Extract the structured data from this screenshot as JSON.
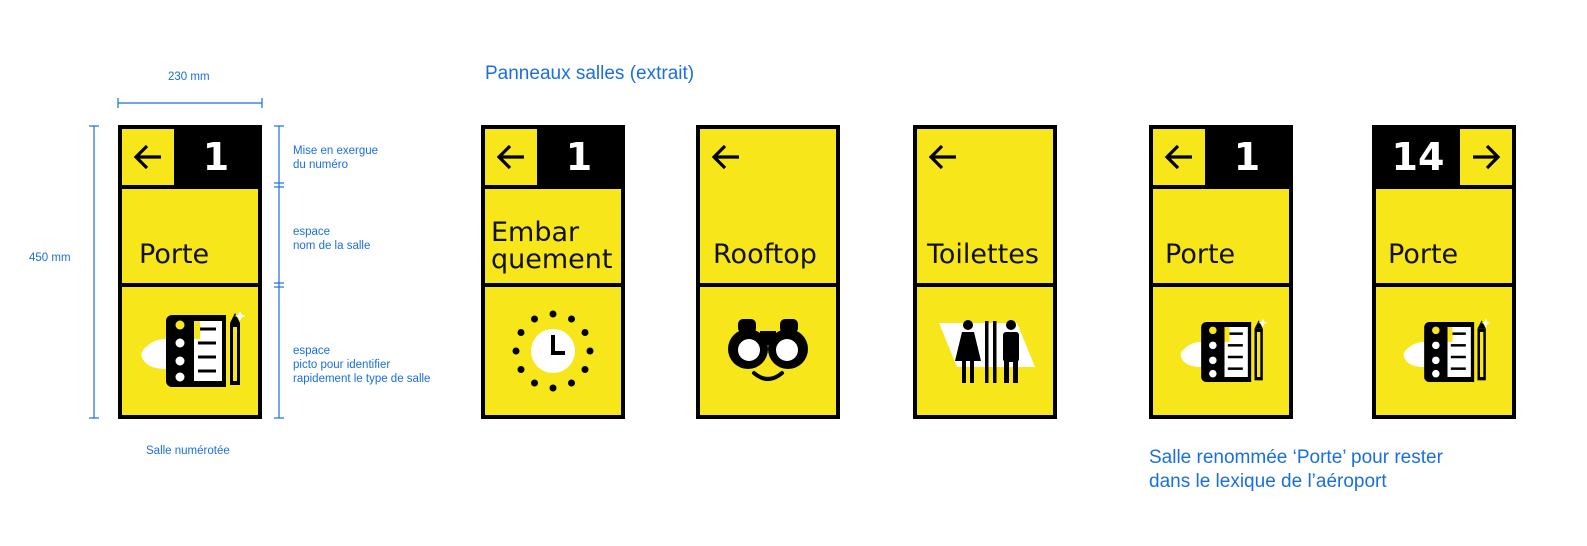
{
  "title": "Panneaux salles (extrait)",
  "dimensions": {
    "width": "230 mm",
    "height": "450 mm"
  },
  "annotations": {
    "number": "Mise en exergue\ndu numéro",
    "name": "espace\nnom de la salle",
    "picto": "espace\npicto pour identifier\nrapidement le type de salle"
  },
  "caption_left": "Salle numérotée",
  "caption_right": "Salle renommée ‘Porte’ pour rester\ndans le lexique de l’aéroport",
  "colors": {
    "sign": "#f7e619",
    "ink": "#000000",
    "annotation": "#1a6fe0"
  },
  "signs": [
    {
      "arrow": "left-arrow-icon",
      "number": "1",
      "name": "Porte",
      "picto": "notepad-icon"
    },
    {
      "arrow": "left-arrow-icon",
      "number": "1",
      "name": "Embar\nquement",
      "picto": "clock-icon"
    },
    {
      "arrow": "left-arrow-icon",
      "number": "",
      "name": "Rooftop",
      "picto": "binoculars-icon"
    },
    {
      "arrow": "left-arrow-icon",
      "number": "",
      "name": "Toilettes",
      "picto": "toilets-icon"
    },
    {
      "arrow": "left-arrow-icon",
      "number": "1",
      "name": "Porte",
      "picto": "notepad-icon"
    },
    {
      "arrow": "right-arrow-icon",
      "number": "14",
      "name": "Porte",
      "picto": "notepad-icon"
    }
  ]
}
